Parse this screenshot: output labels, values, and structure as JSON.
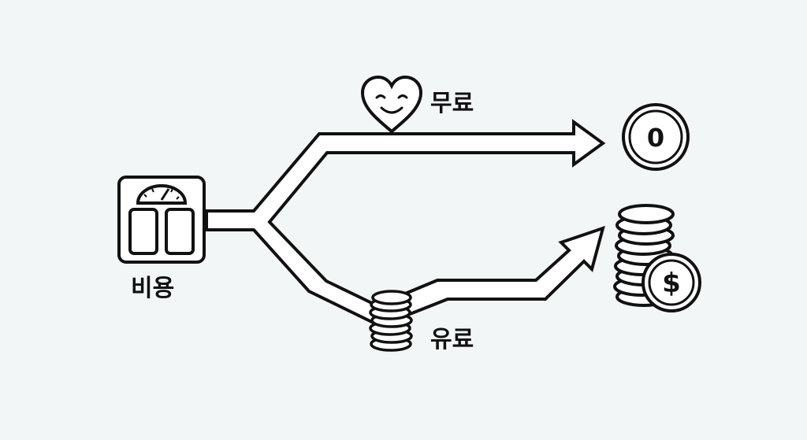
{
  "labels": {
    "source": "비용",
    "free": "무료",
    "paid": "유료"
  },
  "icons": {
    "source": "bathroom-scale-icon",
    "free_marker": "smiling-heart-icon",
    "free_result": "zero-coin-icon",
    "paid_marker": "coin-stack-icon",
    "paid_result": "dollar-coin-stack-icon"
  },
  "symbols": {
    "zero_coin": "0",
    "dollar_coin": "$"
  },
  "colors": {
    "stroke": "#111111",
    "background": "#f3f6f7",
    "fill": "#ffffff"
  }
}
